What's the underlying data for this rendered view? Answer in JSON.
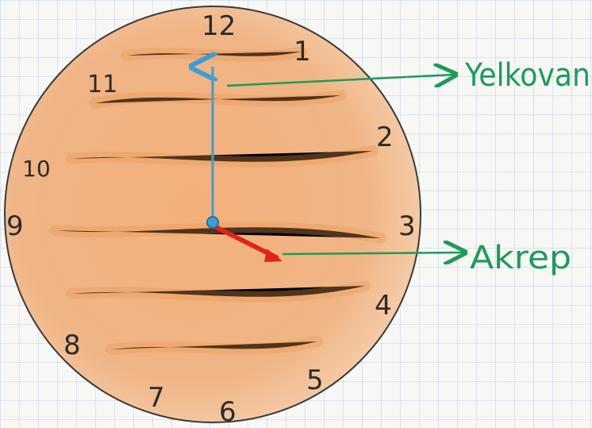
{
  "clock": {
    "numbers": [
      "12",
      "1",
      "2",
      "3",
      "4",
      "5",
      "6",
      "7",
      "8",
      "9",
      "10",
      "11"
    ]
  },
  "labels": {
    "minute_hand": "Yelkovan",
    "hour_hand": "Akrep"
  },
  "colors": {
    "face_fill": "#f1b27a",
    "outline": "#3a3a3a",
    "minute_hand": "#3a9fd8",
    "hour_hand": "#e0241c",
    "arrows": "#1f9a5a"
  }
}
